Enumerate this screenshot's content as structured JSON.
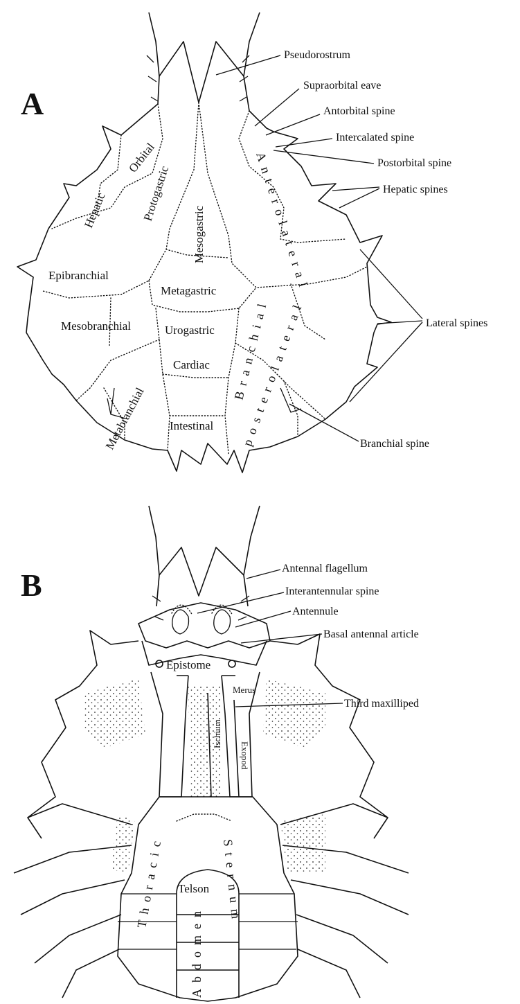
{
  "panels": {
    "a": {
      "letter": "A",
      "regions": {
        "orbital": "Orbital",
        "protogastric": "Protogastric",
        "mesogastric": "Mesogastric",
        "hepatic": "Hepatic",
        "epibranchial": "Epibranchial",
        "metagastric": "Metagastric",
        "mesobranchial": "Mesobranchial",
        "urogastric": "Urogastric",
        "cardiac": "Cardiac",
        "metabranchial": "Metabranchial",
        "intestinal": "Intestinal",
        "anterolateral": "Anterolateral",
        "branchial": "Branchial",
        "posterolateral": "posterolateral"
      },
      "callouts": {
        "pseudorostrum": "Pseudorostrum",
        "supraorbital_eave": "Supraorbital eave",
        "antorbital_spine": "Antorbital spine",
        "intercalated_spine": "Intercalated spine",
        "postorbital_spine": "Postorbital spine",
        "hepatic_spines": "Hepatic spines",
        "lateral_spines": "Lateral spines",
        "branchial_spine": "Branchial spine"
      }
    },
    "b": {
      "letter": "B",
      "regions": {
        "epistome": "Epistome",
        "merus": "Merus",
        "ischium": "Ischium",
        "exopod": "Exopod",
        "thoracic": "Thoracic",
        "sternum": "Sternum",
        "telson": "Telson",
        "abdomen": "Abdomen"
      },
      "callouts": {
        "antennal_flagellum": "Antennal flagellum",
        "interantennular_spine": "Interantennular spine",
        "antennule": "Antennule",
        "basal_antennal_article": "Basal antennal article",
        "third_maxilliped": "Third maxilliped"
      }
    }
  }
}
